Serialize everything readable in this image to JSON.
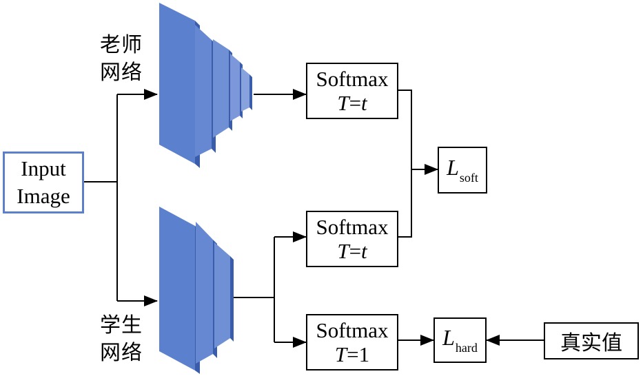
{
  "input_image": {
    "line1": "Input",
    "line2": "Image"
  },
  "teacher_label": {
    "line1": "老师",
    "line2": "网络"
  },
  "student_label": {
    "line1": "学生",
    "line2": "网络"
  },
  "softmax_teacher": {
    "title": "Softmax",
    "temp_var": "T",
    "temp_eq": "=",
    "temp_val": "t"
  },
  "softmax_student_soft": {
    "title": "Softmax",
    "temp_var": "T",
    "temp_eq": "=",
    "temp_val": "t"
  },
  "softmax_student_hard": {
    "title": "Softmax",
    "temp_var": "T",
    "temp_eq": "=",
    "temp_val": "1"
  },
  "loss_soft": {
    "symbol": "L",
    "subscript": "soft"
  },
  "loss_hard": {
    "symbol": "L",
    "subscript": "hard"
  },
  "ground_truth": {
    "label": "真实值"
  },
  "colors": {
    "layer_face": "#5b80cd",
    "layer_side": "#3a5dab",
    "input_border": "#5b7fc8",
    "line": "#000000"
  }
}
